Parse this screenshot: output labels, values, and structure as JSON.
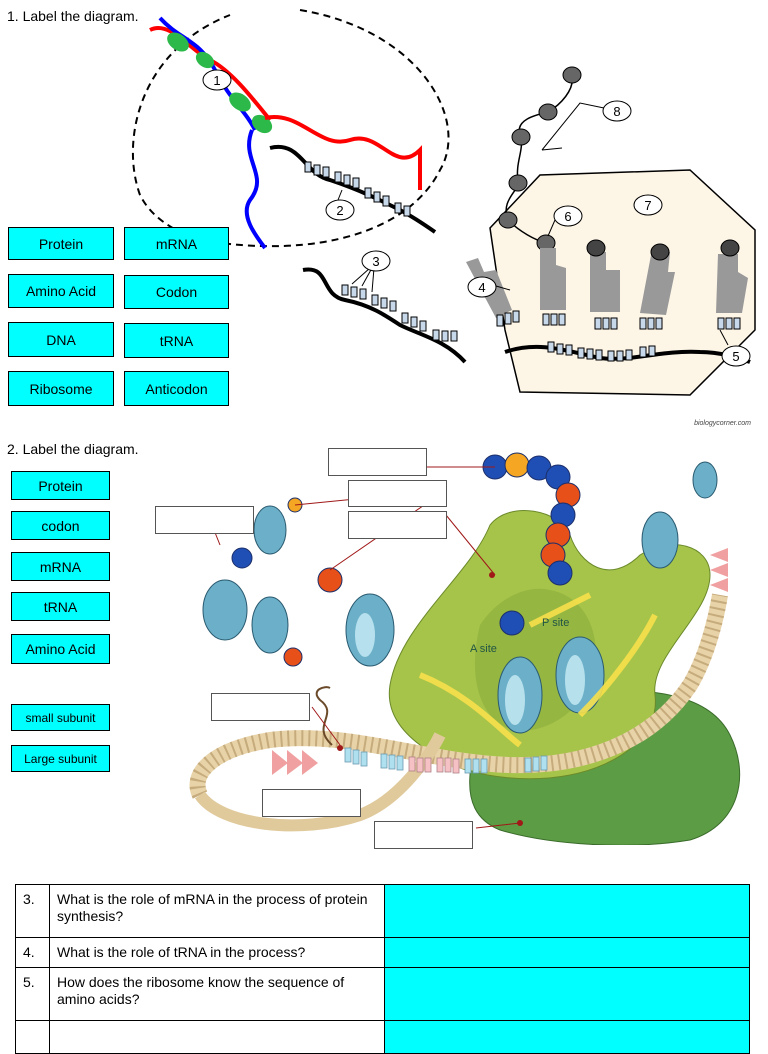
{
  "section1": {
    "heading": "1.  Label the diagram.",
    "word_bank": [
      "Protein",
      "mRNA",
      "Amino Acid",
      "Codon",
      "DNA",
      "tRNA",
      "Ribosome",
      "Anticodon"
    ],
    "number_labels": [
      "1",
      "2",
      "3",
      "4",
      "5",
      "6",
      "7",
      "8"
    ],
    "credit": "biologycorner.com"
  },
  "section2": {
    "heading": "2.  Label the diagram.",
    "word_bank": [
      "Protein",
      "codon",
      "mRNA",
      "tRNA",
      "Amino Acid",
      "small subunit",
      "Large subunit"
    ],
    "site_labels": {
      "a_site": "A site",
      "p_site": "P site"
    }
  },
  "questions": [
    {
      "number": "3.",
      "text": "What is the role of mRNA in the process of protein synthesis?",
      "answer": ""
    },
    {
      "number": "4.",
      "text": "What is the role of tRNA in the process?",
      "answer": ""
    },
    {
      "number": "5.",
      "text": "How does the ribosome know the sequence of amino acids?",
      "answer": ""
    }
  ],
  "colors": {
    "label_fill": "#00ffff",
    "dna_red": "#ff0000",
    "dna_blue": "#0000ff",
    "ribosome_green": "#a6c44a"
  }
}
